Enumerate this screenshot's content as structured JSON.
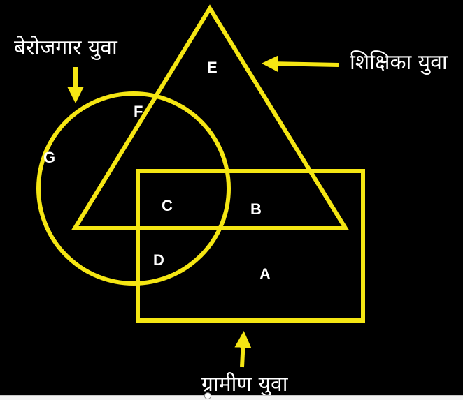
{
  "colors": {
    "background": "#000000",
    "shape_stroke": "#f5e613",
    "label_text": "#ffffff"
  },
  "captions": {
    "unemployed_youth": "बेरोजगार युवा",
    "educated_youth": "शिक्षिका युवा",
    "rural_youth": "ग्रामीण युवा"
  },
  "regions": {
    "A": "A",
    "B": "B",
    "C": "C",
    "D": "D",
    "E": "E",
    "F": "F",
    "G": "G"
  }
}
